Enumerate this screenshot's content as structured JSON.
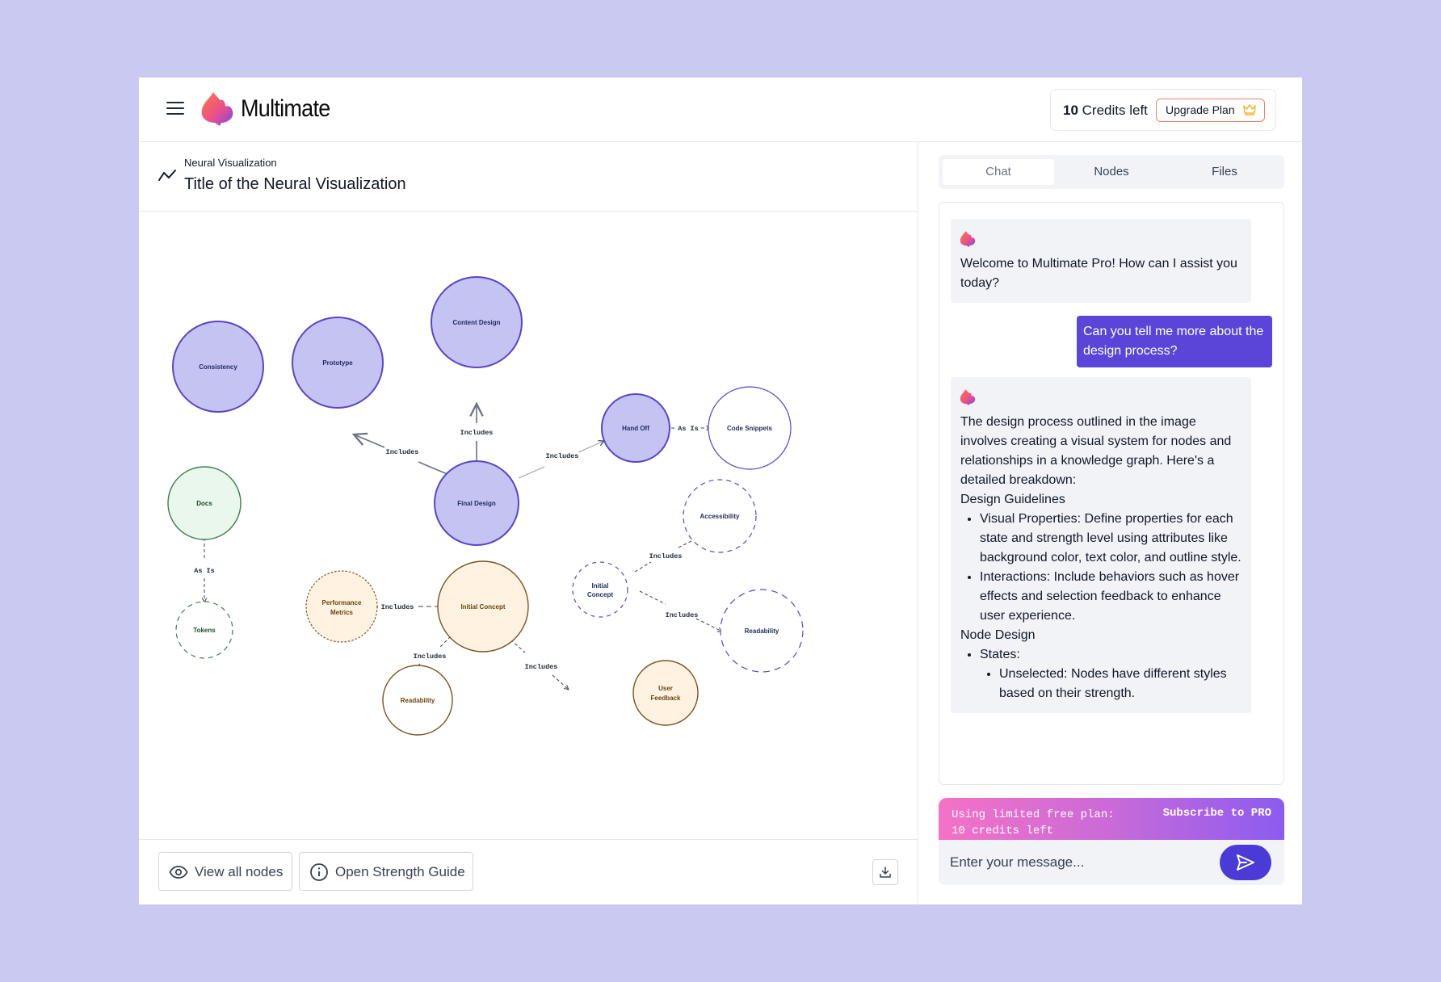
{
  "app": {
    "name": "Multimate"
  },
  "header": {
    "credits_count": "10",
    "credits_suffix": "Credits left",
    "upgrade_label": "Upgrade Plan"
  },
  "visualization": {
    "breadcrumb": "Neural Visualization",
    "title": "Title of the Neural Visualization"
  },
  "graph": {
    "nodes": {
      "consistency": "Consistency",
      "prototype": "Prototype",
      "content_design": "Content Design",
      "hand_off": "Hand Off",
      "code_snippets": "Code Snippets",
      "final_design": "Final Design",
      "docs": "Docs",
      "tokens": "Tokens",
      "accessibility": "Accessibility",
      "initial_concept_small_1": "Initial",
      "initial_concept_small_2": "Concept",
      "performance_metrics_1": "Performance",
      "performance_metrics_2": "Metrics",
      "initial_concept": "Initial Concept",
      "readability_right": "Readability",
      "readability_bottom": "Readability",
      "user_feedback_1": "User",
      "user_feedback_2": "Feedback"
    },
    "edges": {
      "includes": "Includes",
      "as_is": "As Is"
    },
    "colors": {
      "purple_fill": "#c4c3f1",
      "purple_stroke": "#5a45c9",
      "green_fill": "#e9f7ec",
      "green_stroke": "#3f7d4e",
      "orange_fill": "#fff2e0",
      "orange_stroke": "#7a5322"
    }
  },
  "toolbar": {
    "view_all_nodes": "View all nodes",
    "open_strength_guide": "Open Strength Guide"
  },
  "tabs": [
    "Chat",
    "Nodes",
    "Files"
  ],
  "chat": {
    "welcome": "Welcome to Multimate Pro! How can I assist you today?",
    "user_question": "Can you tell me more about the design process?",
    "answer_intro": "The design process outlined in the image involves creating a visual system for nodes and relationships in a knowledge graph. Here's a detailed breakdown:",
    "heading_guidelines": "Design Guidelines",
    "bullet_visual": "Visual Properties: Define properties for each state and strength level using attributes like background color, text color, and outline style.",
    "bullet_interactions": "Interactions: Include behaviors such as hover effects and selection feedback to enhance user experience.",
    "heading_node_design": "Node Design",
    "bullet_states": "States:",
    "bullet_unselected": "Unselected: Nodes have different styles based on their strength."
  },
  "promo": {
    "line1": "Using limited free plan:",
    "line2": "10 credits left",
    "cta": "Subscribe to PRO"
  },
  "composer": {
    "placeholder": "Enter your message..."
  },
  "theme": {
    "accent": "#4a3bd6",
    "page_bg": "#c9c9f1"
  }
}
